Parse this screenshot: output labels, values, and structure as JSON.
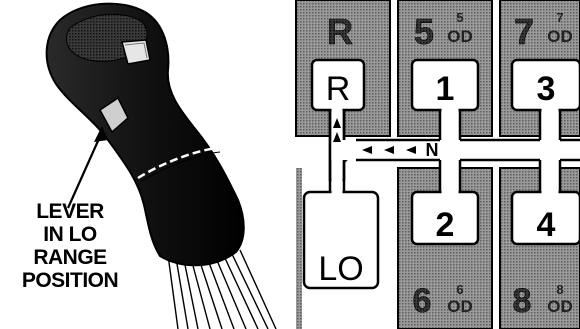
{
  "caption": {
    "lines": [
      "LEVER",
      "IN LO",
      "RANGE",
      "POSITION"
    ]
  },
  "shift_pattern": {
    "low_range_gates": [
      "R",
      "1",
      "3",
      "LO",
      "2",
      "4"
    ],
    "high_range_gates": {
      "top": [
        "R",
        "5",
        "7"
      ],
      "bottom": [
        "6",
        "8"
      ]
    },
    "overdrive_labels": {
      "gear_5": {
        "small": "5",
        "od": "OD"
      },
      "gear_7": {
        "small": "7",
        "od": "OD"
      },
      "gear_6": {
        "small": "6",
        "od": "OD"
      },
      "gear_8": {
        "small": "8",
        "od": "OD"
      }
    },
    "neutral_label": "N",
    "colors": {
      "high_range_fill": "#8a8a8a",
      "low_range_fill": "#ffffff",
      "outline": "#000000"
    }
  }
}
